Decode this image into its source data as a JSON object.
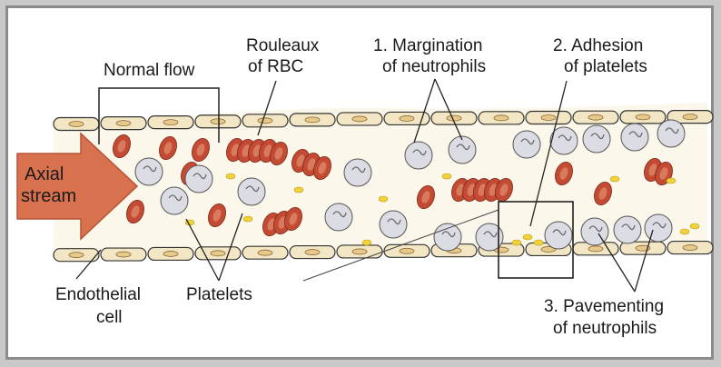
{
  "labels": {
    "normal_flow": "Normal flow",
    "rouleaux_line1": "Rouleaux",
    "rouleaux_line2": "of RBC",
    "margination_line1": "1. Margination",
    "margination_line2": "of neutrophils",
    "adhesion_line1": "2. Adhesion",
    "adhesion_line2": "of platelets",
    "axial_line1": "Axial",
    "axial_line2": "stream",
    "endothelial_line1": "Endothelial",
    "endothelial_line2": "cell",
    "platelets": "Platelets",
    "pavementing_line1": "3. Pavementing",
    "pavementing_line2": "of neutrophils"
  },
  "colors": {
    "rbc": "#c44a33",
    "rbc_center": "#d87a5e",
    "neutrophil": "#dcdce4",
    "platelet": "#f2d23a",
    "endothelium": "#f2e6c4",
    "arrow": "#d8714e",
    "vessel_inner": "#fbf7ea"
  },
  "icons": {
    "rbc": "red-blood-cell-icon",
    "neutrophil": "neutrophil-icon",
    "platelet": "platelet-icon",
    "endothelial": "endothelial-cell-icon"
  }
}
